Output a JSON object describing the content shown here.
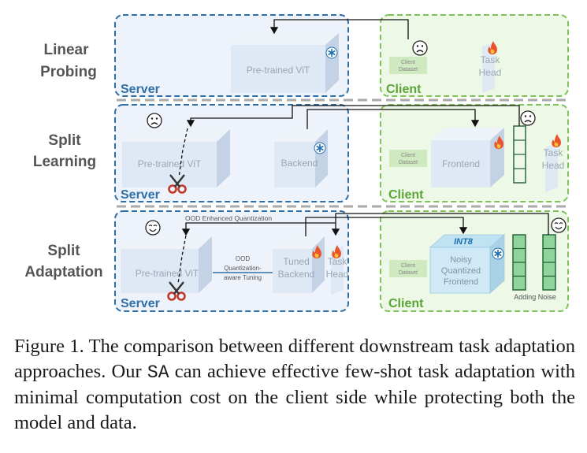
{
  "diagram": {
    "rows": [
      {
        "label_line1": "Linear",
        "label_line2": "Probing"
      },
      {
        "label_line1": "Split",
        "label_line2": "Learning"
      },
      {
        "label_line1": "Split",
        "label_line2": "Adaptation"
      }
    ],
    "server_label": "Server",
    "client_label": "Client",
    "linear_probing": {
      "vit_label": "Pre-trained ViT",
      "client_dataset_l1": "Client",
      "client_dataset_l2": "Dataset",
      "task_head_l1": "Task",
      "task_head_l2": "Head"
    },
    "split_learning": {
      "vit_label": "Pre-trained ViT",
      "backend_label": "Backend",
      "client_dataset_l1": "Client",
      "client_dataset_l2": "Dataset",
      "frontend_label": "Frontend",
      "task_head_l1": "Task",
      "task_head_l2": "Head"
    },
    "split_adaptation": {
      "ood_label": "OOD Enhanced Quantization",
      "vit_label": "Pre-trained ViT",
      "ood_tuning_l1": "OOD",
      "ood_tuning_l2": "Quantization-",
      "ood_tuning_l3": "aware Tuning",
      "tuned_backend_l1": "Tuned",
      "tuned_backend_l2": "Backend",
      "task_head_l1": "Task",
      "task_head_l2": "Head",
      "client_dataset_l1": "Client",
      "client_dataset_l2": "Dataset",
      "int8_label": "INT8",
      "noisy_l1": "Noisy",
      "noisy_l2": "Quantized",
      "noisy_l3": "Frontend",
      "adding_noise": "Adding Noise"
    },
    "colors": {
      "server_border": "#2f6fa8",
      "server_fill": "#eef3fb",
      "client_border": "#7fc25a",
      "client_fill": "#eef8e6",
      "cube_front": "#dfe8f5",
      "cube_top": "#eef3fa",
      "cube_side": "#c4d2e6",
      "stack_fill": "#8fd49a",
      "stack_border": "#1f5e33",
      "cut_red": "#c0392b"
    }
  },
  "caption": {
    "part1": "Figure 1.  The comparison between different downstream task adaptation approaches. Our ",
    "mono": "SA",
    "part2": " can achieve effective few-shot task adaptation with minimal computation cost on the client side while protecting both the model and data."
  }
}
